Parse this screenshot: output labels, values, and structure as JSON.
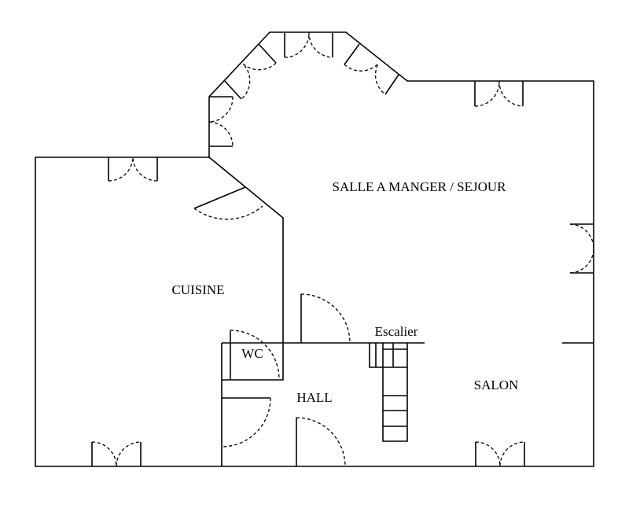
{
  "rooms": {
    "salle": "SALLE A MANGER / SEJOUR",
    "cuisine": "CUISINE",
    "wc": "WC",
    "hall": "HALL",
    "salon": "SALON",
    "escalier": "Escalier"
  },
  "colors": {
    "line": "#000000",
    "background": "#ffffff"
  }
}
